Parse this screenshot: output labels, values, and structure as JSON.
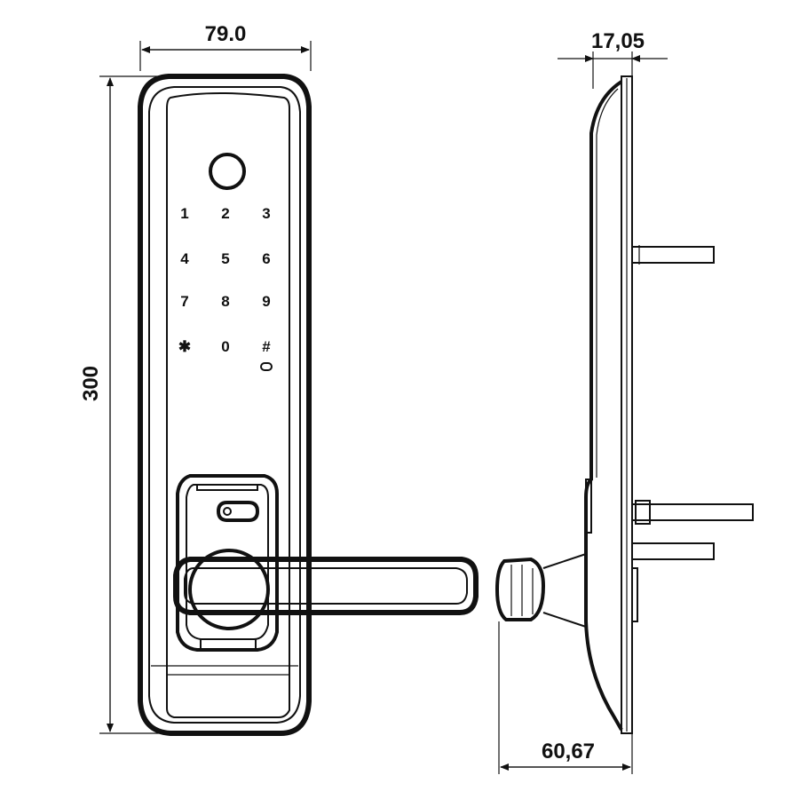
{
  "dimensions": {
    "width": "79.0",
    "height": "300",
    "depth_plate": "17,05",
    "depth_handle": "60,67"
  },
  "keypad": {
    "keys": [
      "1",
      "2",
      "3",
      "4",
      "5",
      "6",
      "7",
      "8",
      "9",
      "✱",
      "0",
      "#"
    ]
  },
  "colors": {
    "line": "#111111",
    "background": "#ffffff"
  }
}
